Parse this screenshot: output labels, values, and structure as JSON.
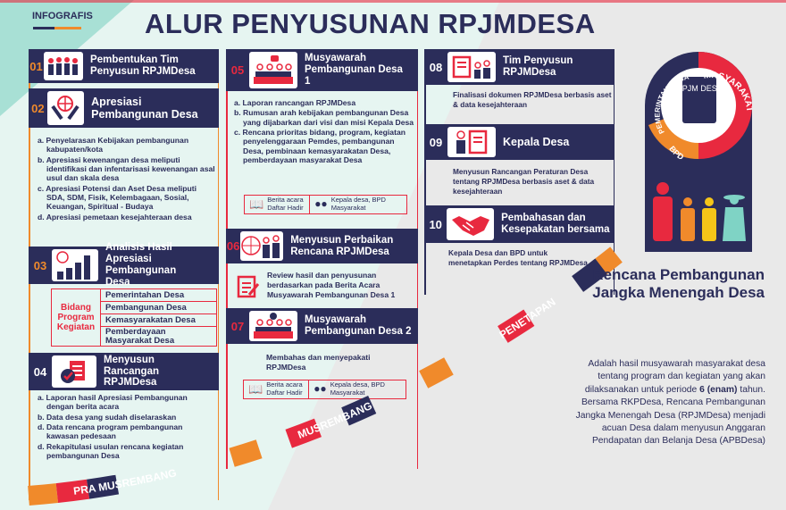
{
  "header": {
    "tag": "INFOGRAFIS",
    "title": "ALUR PENYUSUNAN RPJMDESA"
  },
  "steps": [
    {
      "num": "01",
      "title": "Pembentukan Tim Penyusun RPJMDesa",
      "icon": "team-icon"
    },
    {
      "num": "02",
      "title": "Apresiasi Pembangunan Desa",
      "icon": "globe-hands-icon",
      "items": [
        "a. Penyelarasan Kebijakan pembangunan kabupaten/kota",
        "b. Apresiasi kewenangan desa meliputi identifikasi dan infentarisasi kewenangan asal usul dan skala desa",
        "c. Apresiasi Potensi dan Aset Desa meliputi SDA, SDM, Fisik, Kelembagaan, Sosial, Keuangan, Spiritual - Budaya",
        "d. Apresiasi pemetaan kesejahteraan desa"
      ]
    },
    {
      "num": "03",
      "title": "Analisis Hasil Apresiasi Pembangunan Desa",
      "icon": "bar-chart-icon",
      "table": {
        "label": "Bidang Program Kegiatan",
        "rows": [
          "Pemerintahan Desa",
          "Pembangunan Desa",
          "Kemasyarakatan Desa",
          "Pemberdayaan Masyarakat Desa"
        ]
      }
    },
    {
      "num": "04",
      "title": "Menyusun Rancangan RPJMDesa",
      "icon": "checklist-icon",
      "items": [
        "a. Laporan hasil Apresiasi Pembangunan dengan berita acara",
        "b. Data desa yang sudah diselaraskan",
        "d. Data rencana program pembangunan kawasan pedesaan",
        "d. Rekapitulasi usulan rencana kegiatan pembangunan Desa"
      ]
    },
    {
      "num": "05",
      "title": "Musyawarah Pembangunan Desa 1",
      "icon": "meeting-icon",
      "items": [
        "a. Laporan rancangan RPJMDesa",
        "b. Rumusan arah kebijakan pembangunan Desa yang dijabarkan dari  visi dan misi Kepala Desa",
        "c. Rencana prioritas bidang, program, kegiatan penyelenggaraan Pemdes, pembangunan Desa, pembinaan kemasyarakatan Desa, pemberdayaan masyarakat Desa"
      ],
      "doc": "Berita acara Daftar Hadir",
      "people": "Kepala desa, BPD Masyarakat"
    },
    {
      "num": "06",
      "title": "Menyusun Perbaikan Rencana RPJMDesa",
      "icon": "globe-people-icon",
      "desc": "Review hasil dan penyusunan berdasarkan pada Berita Acara Musyawarah Pembangunan Desa 1"
    },
    {
      "num": "07",
      "title": "Musyawarah Pembangunan Desa 2",
      "icon": "meeting-check-icon",
      "desc": "Membahas dan menyepakati RPJMDesa",
      "doc": "Berita acara Daftar Hadir",
      "people": "Kepala desa, BPD Masyarakat"
    },
    {
      "num": "08",
      "title": "Tim Penyusun RPJMDesa",
      "icon": "document-team-icon",
      "desc": "Finalisasi dokumen RPJMDesa berbasis aset & data kesejahteraan"
    },
    {
      "num": "09",
      "title": "Kepala Desa",
      "icon": "person-document-icon",
      "desc": "Menyusun Rancangan Peraturan Desa tentang RPJMDesa berbasis aset & data kesejahteraan"
    },
    {
      "num": "10",
      "title": "Pembahasan dan Kesepakatan bersama",
      "icon": "handshake-icon",
      "desc": "Kepala Desa dan BPD untuk menetapkan Perdes tentang RPJMDesa"
    }
  ],
  "phases": [
    "PRA MUSREMBANG",
    "MUSREMBANG",
    "PENETAPAN"
  ],
  "emblem": {
    "ring": [
      "PEMERINTAH DESA",
      "MASYARAKAT",
      "BPD"
    ],
    "tablet": "RPJM DESA"
  },
  "summary": {
    "title": "Rencana Pembangunan Jangka Menengah Desa",
    "body_pre": "Adalah hasil musyawarah masyarakat desa tentang program dan kegiatan yang akan dilaksanakan untuk periode",
    "body_bold": "6 (enam)",
    "body_post": "tahun. Bersama RKPDesa, Rencana Pembangunan Jangka Menengah Desa (RPJMDesa) menjadi acuan Desa dalam menyusun Anggaran Pendapatan dan Belanja Desa (APBDesa)"
  },
  "colors": {
    "navy": "#2b2d5a",
    "orange": "#f08a2b",
    "red": "#e8293f",
    "mint": "#e4f4f0",
    "teal": "#a8e0d5"
  }
}
